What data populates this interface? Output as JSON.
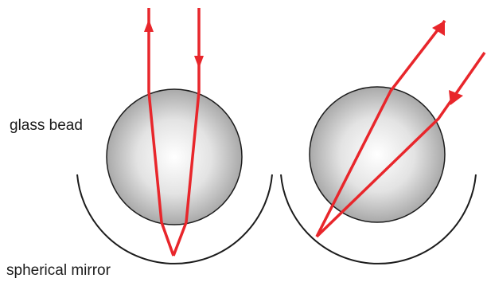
{
  "labels": {
    "glass_bead": "glass bead",
    "spherical_mirror": "spherical mirror"
  },
  "colors": {
    "ray": "#e8262b",
    "bead_center": "#ffffff",
    "bead_edge": "#a9a9a9",
    "outline": "#1c1c1c"
  },
  "icons": {
    "arrowhead": "filled-triangle-arrow"
  }
}
